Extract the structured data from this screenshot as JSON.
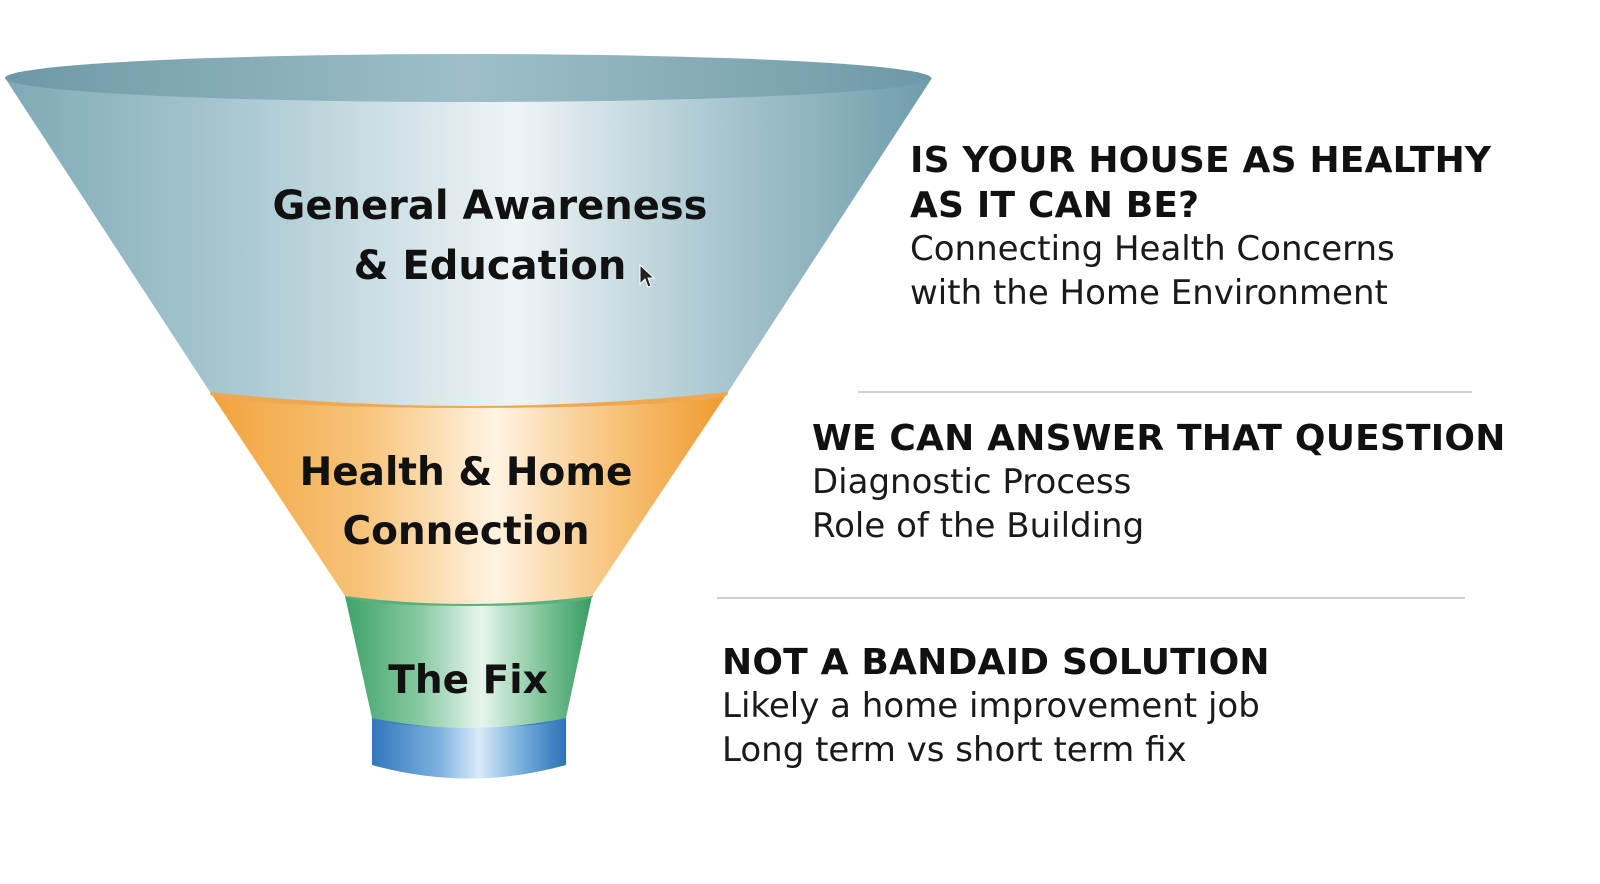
{
  "funnel": {
    "stages": [
      {
        "id": "awareness",
        "lines": [
          "General Awareness",
          "& Education"
        ],
        "color": "#8fb8c4"
      },
      {
        "id": "connection",
        "lines": [
          "Health & Home",
          "Connection"
        ],
        "color": "#f3a94a"
      },
      {
        "id": "fix",
        "lines": [
          "The Fix"
        ],
        "color": "#4fae7a"
      },
      {
        "id": "spout",
        "lines": [],
        "color": "#3f86c8"
      }
    ]
  },
  "sections": [
    {
      "heading": [
        "IS YOUR HOUSE AS HEALTHY",
        "AS IT CAN BE?"
      ],
      "lines": [
        "Connecting Health Concerns",
        "with the Home Environment"
      ]
    },
    {
      "heading": [
        "WE CAN ANSWER THAT QUESTION"
      ],
      "lines": [
        "Diagnostic Process",
        "Role of the Building"
      ]
    },
    {
      "heading": [
        "NOT A BANDAID SOLUTION"
      ],
      "lines": [
        "Likely a home improvement job",
        "Long term vs short term fix"
      ]
    }
  ]
}
